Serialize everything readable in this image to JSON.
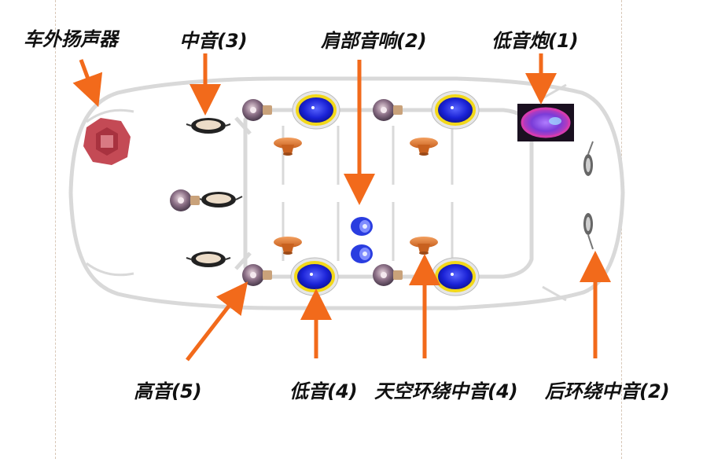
{
  "labels": {
    "exterior_speaker": "车外扬声器",
    "midrange": "中音(3)",
    "shoulder_speaker": "肩部音响(2)",
    "subwoofer": "低音炮(1)",
    "tweeter": "高音(5)",
    "woofer": "低音(4)",
    "overhead_mid": "天空环绕中音(4)",
    "rear_surround_mid": "后环绕中音(2)"
  },
  "colors": {
    "arrow": "#f26a1b",
    "car_outline": "#d9d9d9",
    "woofer_blue": "#1a22d6",
    "woofer_ring": "#f2d81a",
    "sub_magenta": "#d43bb0",
    "horn_orange": "#e8853a",
    "exterior_red": "#c44a55"
  },
  "icons": [
    "exterior-speaker-icon",
    "midrange-speaker-icon",
    "tweeter-icon",
    "woofer-icon",
    "horn-speaker-icon",
    "shoulder-speaker-icon",
    "subwoofer-icon",
    "rear-mid-speaker-icon"
  ]
}
